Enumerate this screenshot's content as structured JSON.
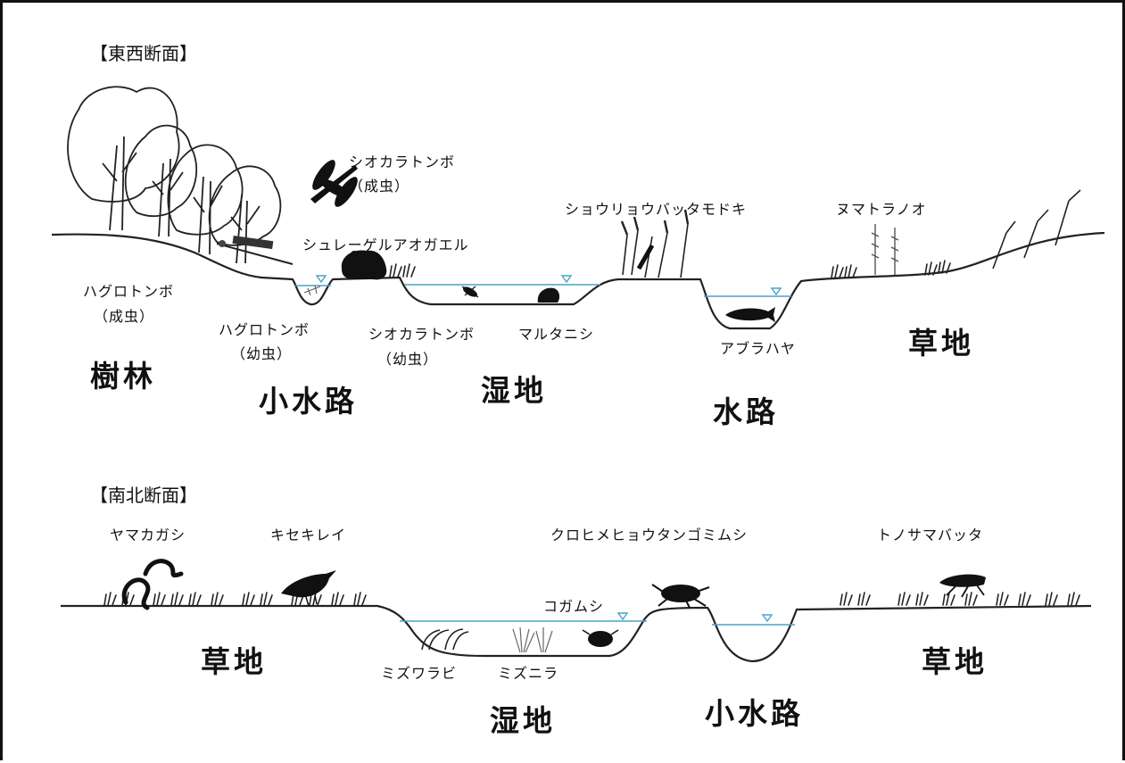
{
  "ew": {
    "title": "【東西断面】",
    "zones": {
      "forest": "樹林",
      "small_channel": "小水路",
      "wetland": "湿地",
      "channel": "水路",
      "grassland": "草地"
    },
    "species": {
      "shiokara_adult": "シオカラトンボ",
      "shiokara_adult_note": "（成虫）",
      "haguro_adult": "ハグロトンボ",
      "haguro_adult_note": "（成虫）",
      "schlegel_frog": "シュレーゲルアオガエル",
      "haguro_larva": "ハグロトンボ",
      "haguro_larva_note": "（幼虫）",
      "shiokara_larva": "シオカラトンボ",
      "shiokara_larva_note": "（幼虫）",
      "marutanishi": "マルタニシ",
      "shouryou_modoki": "ショウリョウバッタモドキ",
      "numatoranoo": "ヌマトラノオ",
      "aburahaya": "アブラハヤ"
    }
  },
  "ns": {
    "title": "【南北断面】",
    "zones": {
      "grassland_left": "草地",
      "wetland": "湿地",
      "small_channel": "小水路",
      "grassland_right": "草地"
    },
    "species": {
      "yamakagashi": "ヤマカガシ",
      "kisekirei": "キセキレイ",
      "kurohime": "クロヒメヒョウタンゴミムシ",
      "tonosama": "トノサマバッタ",
      "kogamushi": "コガムシ",
      "mizuwarabi": "ミズワラビ",
      "mizunira": "ミズニラ"
    }
  },
  "colors": {
    "ground": "#222222",
    "water": "#4aa3c8",
    "silhouette": "#111111"
  }
}
